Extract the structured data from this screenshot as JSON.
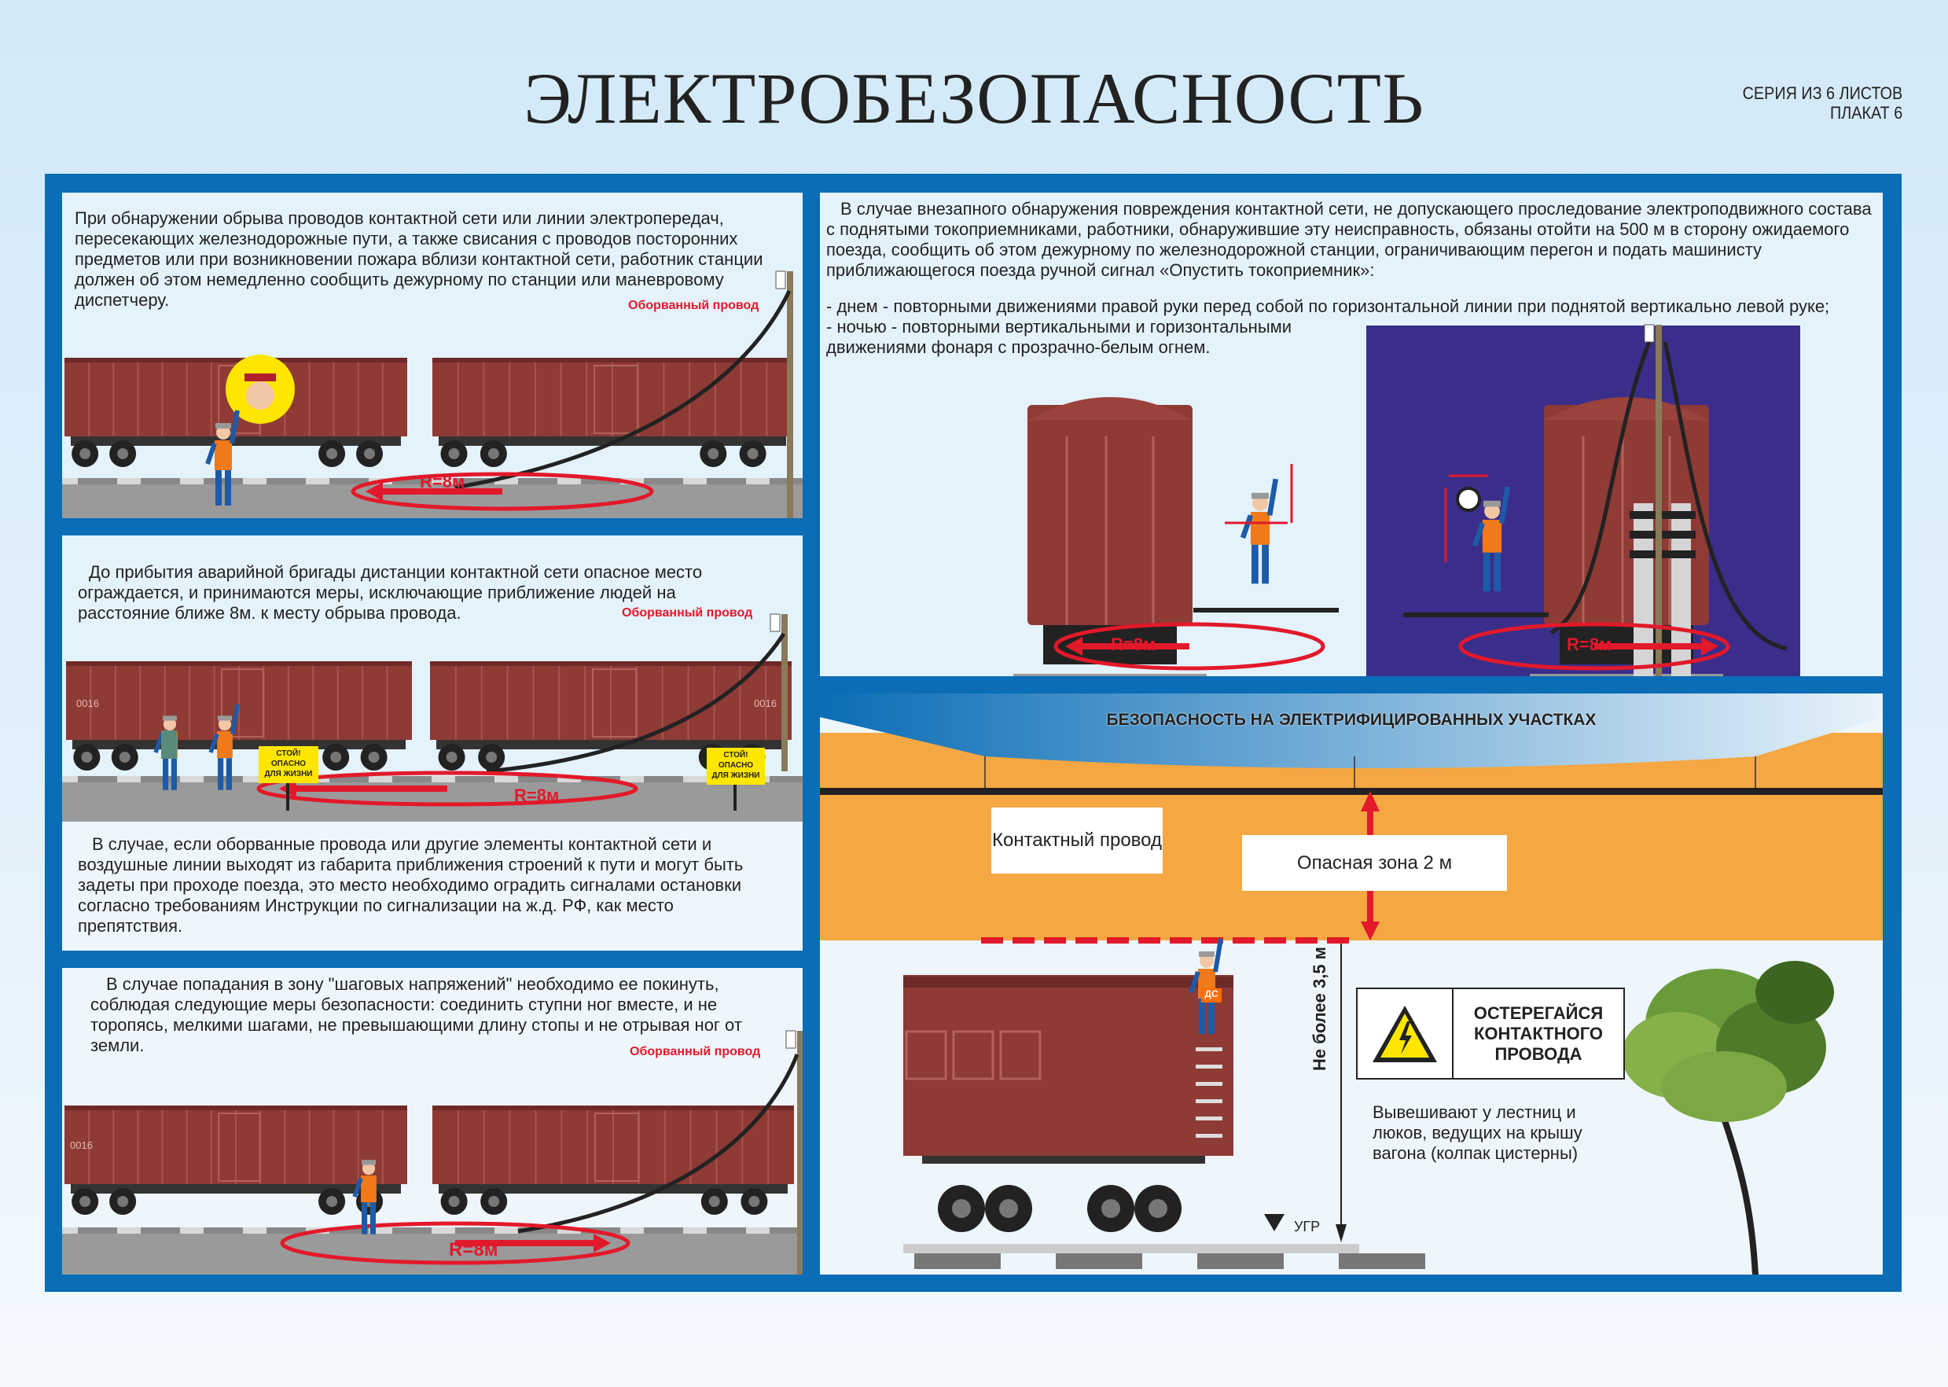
{
  "header": {
    "title": "ЭЛЕКТРОБЕЗОПАСНОСТЬ",
    "series_line1": "СЕРИЯ ИЗ 6 ЛИСТОВ",
    "series_line2": "ПЛАКАТ 6"
  },
  "panel1": {
    "text": "При обнаружении обрыва проводов контактной сети или линии электропередач, пересекающих железнодорожные пути, а также свисания с проводов посторонних предметов или при возникновении пожара вблизи контактной сети, работник станции должен об этом немедленно сообщить дежурному по станции или маневровому диспетчеру.",
    "broken_wire": "Оборванный провод",
    "radius": "R=8м"
  },
  "panel2": {
    "text": "До прибытия аварийной бригады дистанции контактной сети опасное место ограждается, и принимаются меры, исключающие приближение людей на расстояние ближе 8м. к месту обрыва провода.",
    "broken_wire": "Оборванный провод",
    "radius": "R=8м",
    "sign_line1": "СТОЙ!",
    "sign_line2": "ОПАСНО",
    "sign_line3": "ДЛЯ ЖИЗНИ",
    "wagon_number_left": "0016",
    "wagon_number_right": "0016",
    "text2": "В случае, если оборванные провода или другие элементы контактной сети и воздушные линии выходят из габарита приближения строений к пути и могут быть задеты при проходе поезда, это место необходимо оградить сигналами остановки согласно требованиям Инструкции по сигнализации на ж.д. РФ, как место препятствия."
  },
  "panel3": {
    "text": "В случае попадания в зону \"шаговых напряжений\" необходимо ее покинуть, соблюдая следующие меры безопасности: соединить ступни ног вместе, и не торопясь, мелкими шагами, не превышающими длину стопы и не отрывая ног от земли.",
    "broken_wire": "Оборванный провод",
    "radius": "R=8м",
    "wagon_number": "0016"
  },
  "panel4": {
    "text": "В случае внезапного обнаружения повреждения контактной сети, не допускающего проследование электроподвижного состава с поднятыми токоприемниками, работники, обнаружившие эту неисправность, обязаны отойти на 500 м в сторону ожидаемого поезда, сообщить об этом дежурному по железнодорожной станции, ограничивающим перегон и подать машинисту приближающегося поезда ручной сигнал «Опустить токоприемник»:",
    "day": "-  днем - повторными движениями правой руки перед собой по горизонтальной линии при поднятой вертикально левой руке;",
    "night": "-  ночью - повторными вертикальными и горизонтальными движениями фонаря с прозрачно-белым огнем.",
    "radius_left": "R=8м",
    "radius_right": "R=8м"
  },
  "panel5": {
    "banner": "БЕЗОПАСНОСТЬ НА ЭЛЕКТРИФИЦИРОВАННЫХ УЧАСТКАХ",
    "contact_wire": "Контактный провод",
    "danger_zone": "Опасная зона 2 м",
    "height_label": "Не более 3,5 м",
    "ugr": "УГР",
    "worker_badge": "ДС",
    "sign_line1": "ОСТЕРЕГАЙСЯ",
    "sign_line2": "КОНТАКТНОГО",
    "sign_line3": "ПРОВОДА",
    "caption": "Вывешивают у лестниц и люков, ведущих на крышу вагона (колпак цистерны)"
  },
  "colors": {
    "frame": "#0a6db5",
    "wagon": "#8e3a35",
    "danger": "#e2192a",
    "orange": "#f4a742",
    "night": "#3a2e8a"
  }
}
